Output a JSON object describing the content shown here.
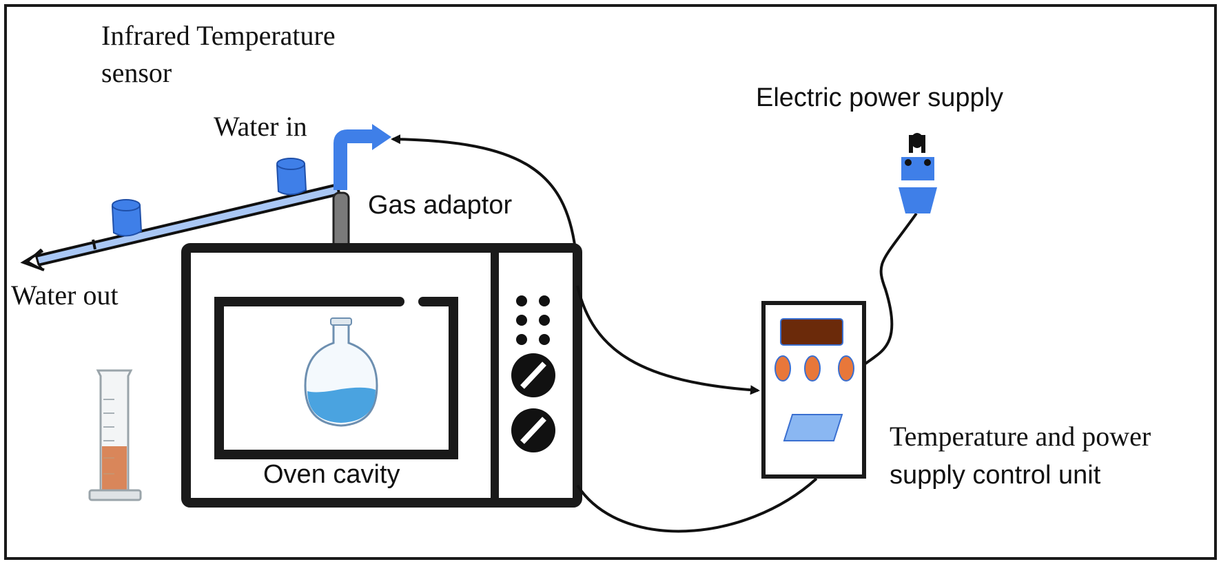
{
  "labels": {
    "infrared_sensor_line1": "Infrared Temperature",
    "infrared_sensor_line2": "sensor",
    "water_in": "Water in",
    "water_out": "Water out",
    "gas_adaptor": "Gas adaptor",
    "oven_cavity": "Oven cavity",
    "electric_power_supply": "Electric power supply",
    "control_unit_line1": "Temperature and power",
    "control_unit_line2": "supply control unit"
  },
  "colors": {
    "frame": "#1a1a1a",
    "condenser_blue": "#3f7fe8",
    "condenser_tube": "#a9c7f5",
    "water": "#4aa3e0",
    "display": "#6b2a0a",
    "knob_orange": "#e8773a",
    "panel_blue": "#8ab7f2",
    "liquid_orange": "#d9865a"
  },
  "icons": {
    "condenser": "condenser-icon",
    "flask": "round-bottom-flask-icon",
    "oven": "microwave-oven-icon",
    "plug": "power-plug-icon",
    "cylinder": "graduated-cylinder-icon",
    "controller": "control-unit-icon"
  }
}
